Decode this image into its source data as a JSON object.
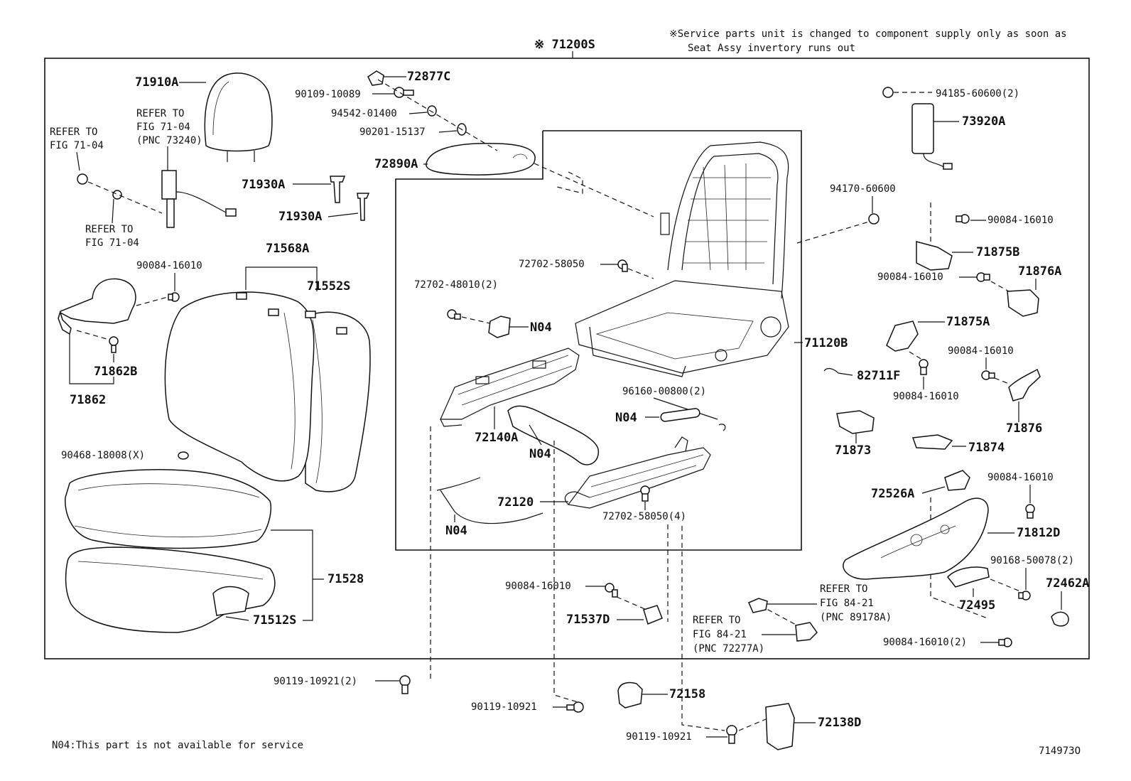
{
  "header": {
    "assy_number": "※ 71200S",
    "service_note_line1": "※Service parts unit is changed to component supply only as soon as",
    "service_note_line2": "Seat Assy invertory runs out"
  },
  "footer": {
    "n04_note": "N04:This part is not available for service",
    "figure_id": "714973O"
  },
  "labels": {
    "p71910A": "71910A",
    "p72877C": "72877C",
    "p90109_10089": "90109-10089",
    "p94542_01400": "94542-01400",
    "p90201_15137": "90201-15137",
    "p72890A": "72890A",
    "p71930A_1": "71930A",
    "p71930A_2": "71930A",
    "refer_fig7104_a1": "REFER TO",
    "refer_fig7104_a2": "FIG 71-04",
    "refer_fig7104_b1": "REFER TO",
    "refer_fig7104_b2": "FIG 71-04",
    "refer_fig7104_b3": "(PNC 73240)",
    "refer_fig7104_c1": "REFER TO",
    "refer_fig7104_c2": "FIG 71-04",
    "p71568A": "71568A",
    "p71552S": "71552S",
    "p90084_16010_left": "90084-16010",
    "p71862B": "71862B",
    "p71862": "71862",
    "p90468_18008": "90468-18008(X)",
    "p71528": "71528",
    "p71512S": "71512S",
    "p72702_58050_top": "72702-58050",
    "p72702_48010": "72702-48010(2)",
    "n04_1": "N04",
    "p72140A": "72140A",
    "n04_2": "N04",
    "n04_3": "N04",
    "p96160_00800": "96160-00800(2)",
    "p72120": "72120",
    "n04_4": "N04",
    "p72702_58050_4": "72702-58050(4)",
    "p71120B": "71120B",
    "p94185_60600": "94185-60600(2)",
    "p73920A": "73920A",
    "p94170_60600": "94170-60600",
    "p90084_16010_r1": "90084-16010",
    "p71875B": "71875B",
    "p90084_16010_r2": "90084-16010",
    "p71876A": "71876A",
    "p71875A": "71875A",
    "p82711F": "82711F",
    "p90084_16010_r3": "90084-16010",
    "p90084_16010_r4": "90084-16010",
    "p71876": "71876",
    "p71873": "71873",
    "p71874": "71874",
    "p90084_16010_r5": "90084-16010",
    "p72526A": "72526A",
    "p71812D": "71812D",
    "p90168_50078": "90168-50078(2)",
    "p72462A": "72462A",
    "p72495": "72495",
    "p90084_16010_r6": "90084-16010(2)",
    "refer_fig8421_a1": "REFER TO",
    "refer_fig8421_a2": "FIG 84-21",
    "refer_fig8421_a3": "(PNC 89178A)",
    "refer_fig8421_b1": "REFER TO",
    "refer_fig8421_b2": "FIG 84-21",
    "refer_fig8421_b3": "(PNC 72277A)",
    "p90084_16010_mid": "90084-16010",
    "p71537D": "71537D",
    "p90119_10921_2": "90119-10921(2)",
    "p90119_10921_a": "90119-10921",
    "p72158": "72158",
    "p90119_10921_b": "90119-10921",
    "p72138D": "72138D"
  }
}
